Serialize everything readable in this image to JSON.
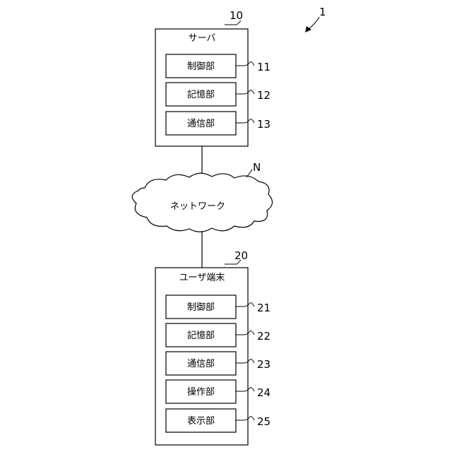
{
  "system_ref": "1",
  "server": {
    "ref": "10",
    "title": "サーバ",
    "units": [
      {
        "label": "制御部",
        "ref": "11"
      },
      {
        "label": "記憶部",
        "ref": "12"
      },
      {
        "label": "通信部",
        "ref": "13"
      }
    ]
  },
  "network": {
    "ref": "N",
    "label": "ネットワーク"
  },
  "terminal": {
    "ref": "20",
    "title": "ユーザ端末",
    "units": [
      {
        "label": "制御部",
        "ref": "21"
      },
      {
        "label": "記憶部",
        "ref": "22"
      },
      {
        "label": "通信部",
        "ref": "23"
      },
      {
        "label": "操作部",
        "ref": "24"
      },
      {
        "label": "表示部",
        "ref": "25"
      }
    ]
  }
}
